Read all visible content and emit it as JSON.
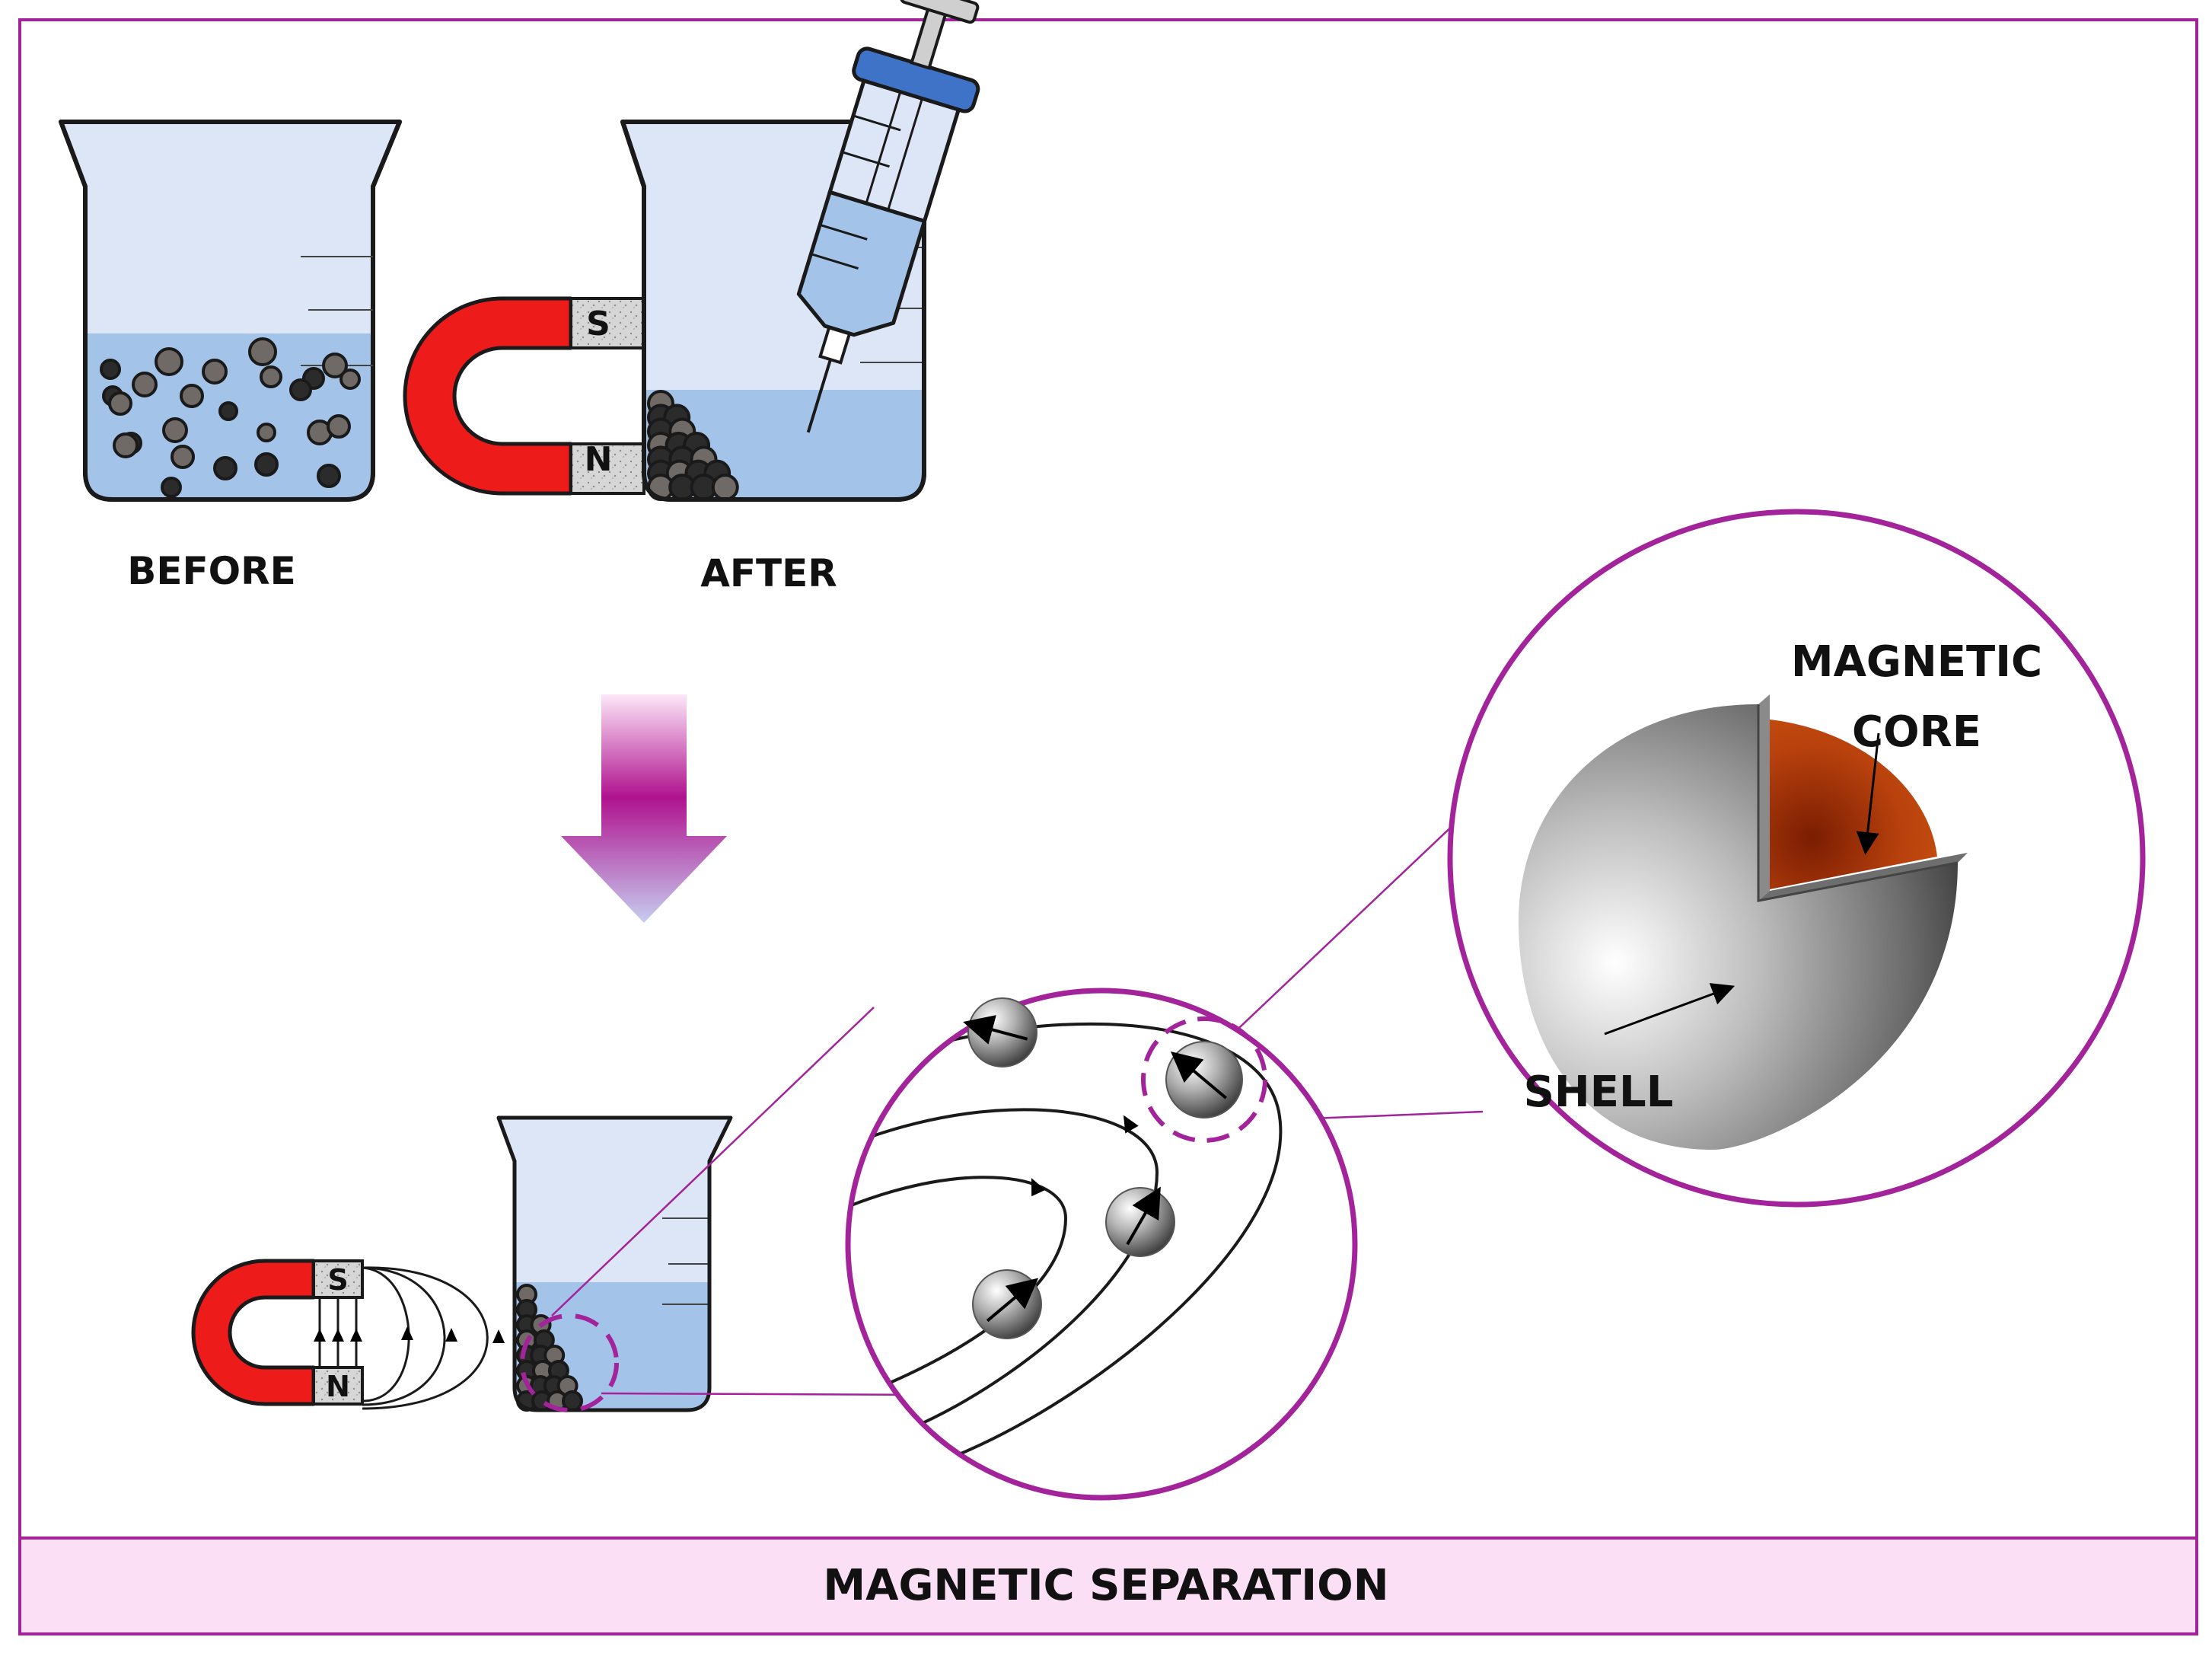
{
  "labels": {
    "before": "BEFORE",
    "after": "AFTER",
    "pole_south": "S",
    "pole_north": "N",
    "core_line1": "MAGNETIC",
    "core_line2": "CORE",
    "shell": "SHELL",
    "footer_title": "MAGNETIC SEPARATION"
  },
  "colors": {
    "frame": "#a3239a",
    "footer_fill": "#fbdff5",
    "beaker_glass": "#dde6f6",
    "liquid": "#a3c3e8",
    "magnet_red": "#ee1b1b",
    "pole_gray": "#cfcfcf",
    "core": "#b8410d",
    "syringe_cap": "#3f73c8"
  },
  "icons": {
    "beaker": "beaker-icon",
    "magnet": "horseshoe-magnet-icon",
    "syringe": "syringe-icon",
    "arrow": "down-arrow-icon",
    "particle": "core-shell-particle-icon"
  }
}
